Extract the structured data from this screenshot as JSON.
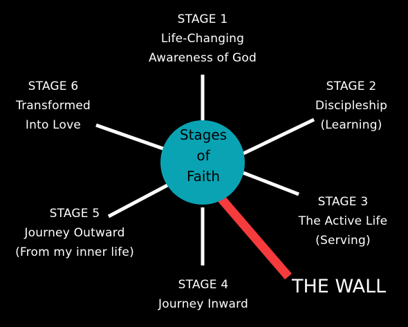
{
  "colors": {
    "background": "#000000",
    "spoke": "#ffffff",
    "hub": "#0aa3b3",
    "wall": "#f53b3b"
  },
  "hub": {
    "lines": [
      "Stages",
      "of",
      "Faith"
    ]
  },
  "stages": [
    {
      "title": "STAGE 1",
      "lines": [
        "Life-Changing",
        "Awareness of God"
      ]
    },
    {
      "title": "STAGE 2",
      "lines": [
        "Discipleship",
        "(Learning)"
      ]
    },
    {
      "title": "STAGE 3",
      "lines": [
        "The Active Life",
        "(Serving)"
      ]
    },
    {
      "title": "STAGE 4",
      "lines": [
        "Journey Inward"
      ]
    },
    {
      "title": "STAGE 5",
      "lines": [
        "Journey Outward",
        "(From my inner life)"
      ]
    },
    {
      "title": "STAGE 6",
      "lines": [
        "Transformed",
        "Into Love"
      ]
    }
  ],
  "wall": {
    "label": "THE WALL"
  }
}
